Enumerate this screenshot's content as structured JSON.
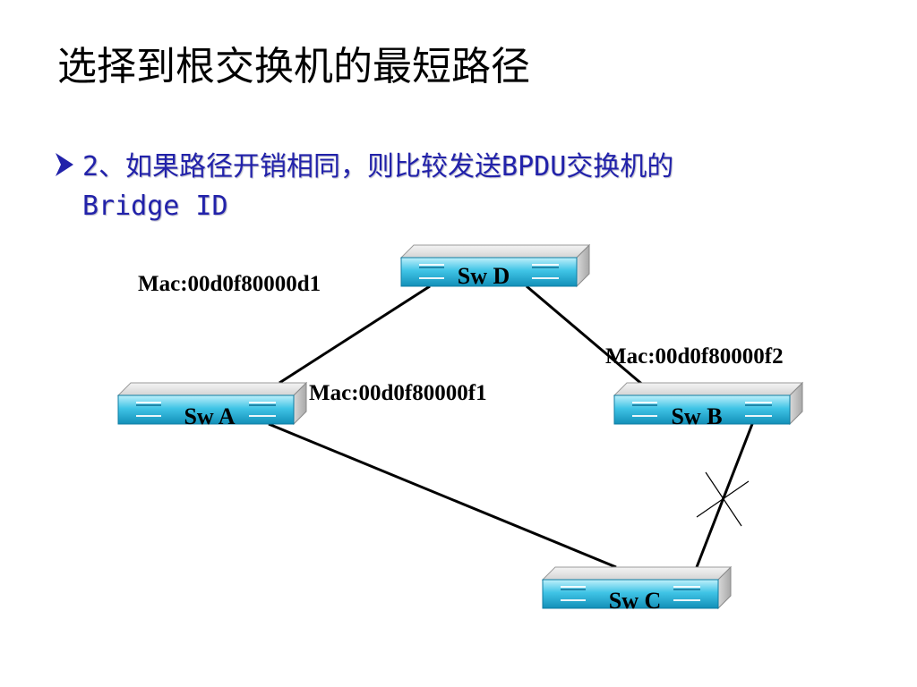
{
  "slide": {
    "title": "选择到根交换机的最短路径",
    "bullet": {
      "line1": "2、如果路径开销相同，则比较发送BPDU交换机的",
      "line2": "Bridge ID"
    }
  },
  "diagram": {
    "switches": {
      "d": {
        "label": "Sw D"
      },
      "a": {
        "label": "Sw A"
      },
      "b": {
        "label": "Sw B"
      },
      "c": {
        "label": "Sw C"
      }
    },
    "macs": {
      "d": "Mac:00d0f80000d1",
      "a": "Mac:00d0f80000f1",
      "b": "Mac:00d0f80000f2"
    },
    "links": [
      {
        "from": "Sw D",
        "to": "Sw A",
        "blocked": false
      },
      {
        "from": "Sw D",
        "to": "Sw B",
        "blocked": false
      },
      {
        "from": "Sw A",
        "to": "Sw C",
        "blocked": false
      },
      {
        "from": "Sw B",
        "to": "Sw C",
        "blocked": true
      }
    ],
    "colors": {
      "switch_front": "#1aa3c8",
      "switch_side": "#c8c8c8",
      "bullet_text": "#2222aa"
    }
  }
}
